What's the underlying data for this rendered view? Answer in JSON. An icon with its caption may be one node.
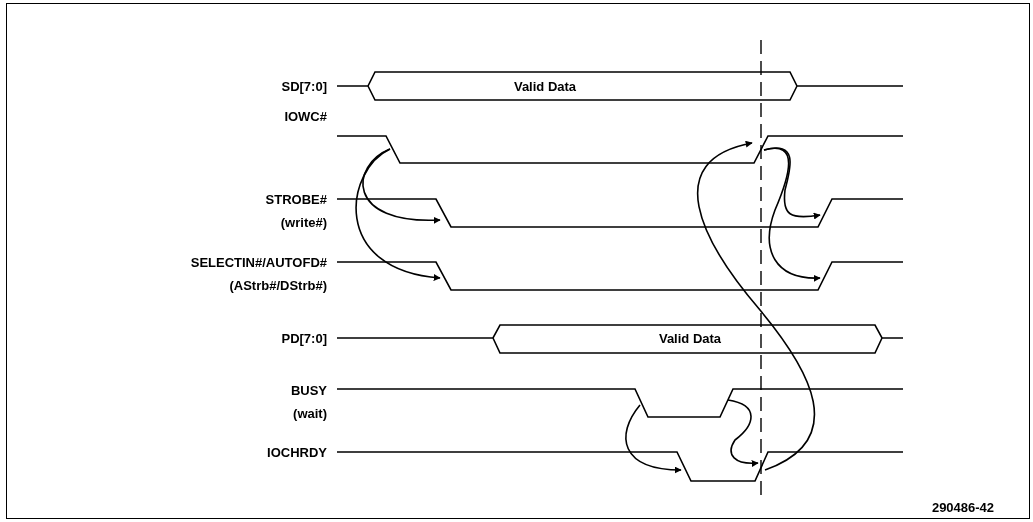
{
  "diagram": {
    "labels": [
      "SD[7:0]",
      "Valid Data",
      "IOWC#",
      "STROBE#",
      "(write#)",
      "SELECTIN#/AUTOFD#",
      "(AStrb#/DStrb#)",
      "PD[7:0]",
      "Valid Data",
      "BUSY",
      "(wait)",
      "IOCHRDY",
      "290486-42"
    ]
  }
}
